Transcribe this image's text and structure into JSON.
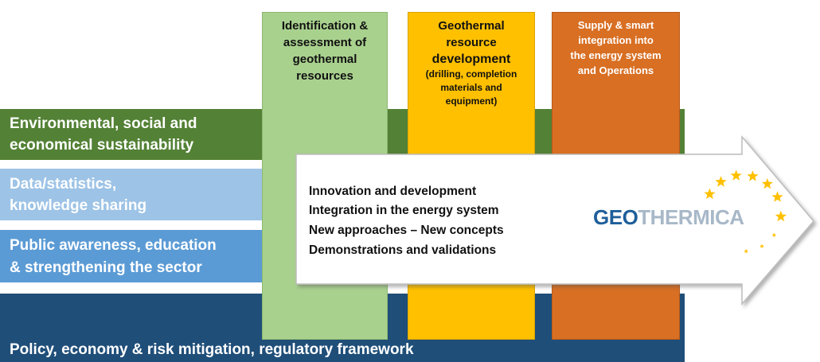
{
  "bands": {
    "env_line1": "Environmental, social and",
    "env_line2": "economical sustainability",
    "data_line1": "Data/statistics,",
    "data_line2": "knowledge sharing",
    "pub_line1": "Public awareness, education",
    "pub_line2": "& strengthening the sector",
    "policy": "Policy, economy & risk mitigation, regulatory framework"
  },
  "pillars": {
    "p1": [
      "Identification &",
      "assessment of",
      "geothermal",
      "resources"
    ],
    "p2_title": [
      "Geothermal",
      "resource",
      "development"
    ],
    "p2_sub": [
      "(drilling, completion",
      "materials and",
      "equipment)"
    ],
    "p3": [
      "Supply & smart",
      "integration into",
      "the energy system",
      "and Operations"
    ]
  },
  "arrow_text": [
    "Innovation and development",
    "Integration in the energy system",
    "New approaches – New concepts",
    "Demonstrations and validations"
  ],
  "logo": {
    "part1": "GEO",
    "part2": "THERMICA"
  },
  "colors": {
    "env": "#538135",
    "data": "#9dc3e6",
    "public": "#5b9bd5",
    "policy": "#1f4e79",
    "pillar1": "#a9d18e",
    "pillar2": "#ffc000",
    "pillar3": "#d86f23",
    "stars": "#ffc000"
  }
}
